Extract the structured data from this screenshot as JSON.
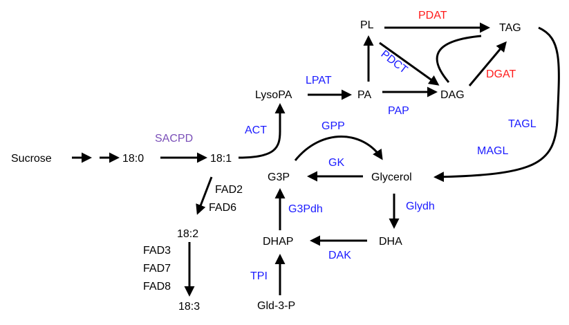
{
  "colors": {
    "metabolite": "#000000",
    "enzyme_blue": "#1a1aff",
    "enzyme_red": "#ff1a1a",
    "enzyme_purple": "#7a4fb8",
    "arrow": "#000000"
  },
  "metabolites": {
    "sucrose": "Sucrose",
    "c18_0": "18:0",
    "c18_1": "18:1",
    "c18_2": "18:2",
    "c18_3": "18:3",
    "lysopa": "LysoPA",
    "pa": "PA",
    "pl": "PL",
    "dag": "DAG",
    "tag": "TAG",
    "g3p": "G3P",
    "glycerol": "Glycerol",
    "dhap": "DHAP",
    "dha": "DHA",
    "gld3p": "Gld-3-P"
  },
  "enzymes": {
    "sacpd": "SACPD",
    "act": "ACT",
    "lpat": "LPAT",
    "pdct": "PDCT",
    "pap": "PAP",
    "pdat": "PDAT",
    "dgat": "DGAT",
    "tagl": "TAGL",
    "magl": "MAGL",
    "gpp": "GPP",
    "gk": "GK",
    "g3pdh": "G3Pdh",
    "glydh": "Glydh",
    "dak": "DAK",
    "tpi": "TPI",
    "fad2": "FAD2",
    "fad6": "FAD6",
    "fad3": "FAD3",
    "fad7": "FAD7",
    "fad8": "FAD8"
  }
}
